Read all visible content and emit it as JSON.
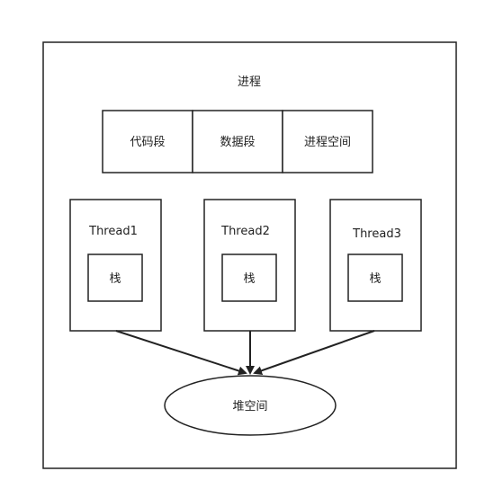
{
  "process": {
    "title": "进程",
    "segments": [
      {
        "label": "代码段"
      },
      {
        "label": "数据段"
      },
      {
        "label": "进程空间"
      }
    ]
  },
  "threads": [
    {
      "label": "Thread1",
      "stack_label": "栈"
    },
    {
      "label": "Thread2",
      "stack_label": "栈"
    },
    {
      "label": "Thread3",
      "stack_label": "栈"
    }
  ],
  "heap": {
    "label": "堆空间"
  },
  "colors": {
    "stroke": "#222222",
    "background": "#ffffff"
  }
}
